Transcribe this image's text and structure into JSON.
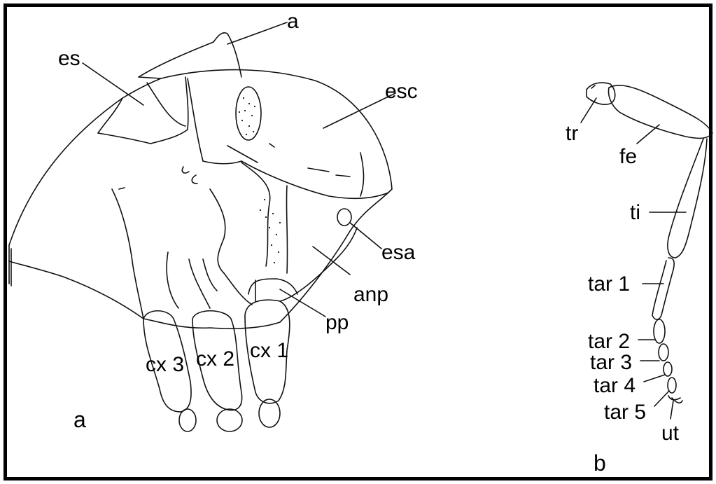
{
  "panel_a": {
    "panel_label": "a",
    "labels": {
      "a": "a",
      "es": "es",
      "esc": "esc",
      "esa": "esa",
      "anp": "anp",
      "pp": "pp",
      "cx1": "cx 1",
      "cx2": "cx 2",
      "cx3": "cx 3"
    }
  },
  "panel_b": {
    "panel_label": "b",
    "labels": {
      "tr": "tr",
      "fe": "fe",
      "ti": "ti",
      "tar1": "tar 1",
      "tar2": "tar 2",
      "tar3": "tar 3",
      "tar4": "tar 4",
      "tar5": "tar 5",
      "ut": "ut"
    }
  }
}
